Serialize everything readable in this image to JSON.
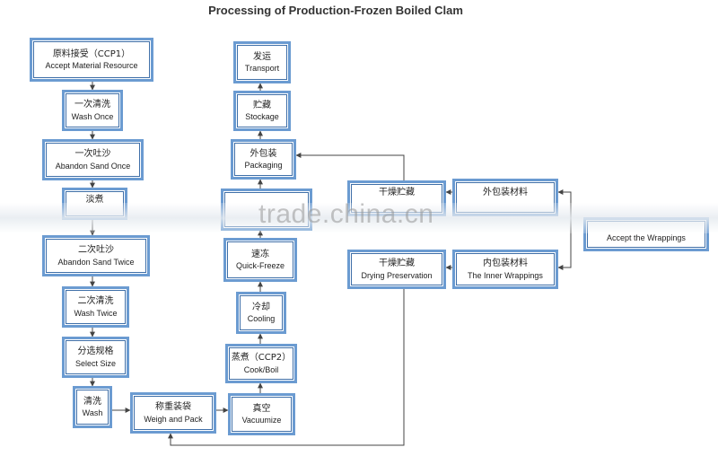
{
  "title": "Processing of Production-Frozen Boiled Clam",
  "watermark": "trade.china.cn",
  "nodes": {
    "accept_material": {
      "zh": "原料接受（CCP1）",
      "en": "Accept Material Resource"
    },
    "wash_once": {
      "zh": "一次清洗",
      "en": "Wash Once"
    },
    "abandon_sand_once": {
      "zh": "一次吐沙",
      "en": "Abandon Sand Once"
    },
    "boil_partial": {
      "zh": "淡煮",
      "en": ""
    },
    "abandon_sand_twice": {
      "zh": "二次吐沙",
      "en": "Abandon Sand Twice"
    },
    "wash_twice": {
      "zh": "二次清洗",
      "en": "Wash Twice"
    },
    "select_size": {
      "zh": "分选规格",
      "en": "Select Size"
    },
    "wash": {
      "zh": "清洗",
      "en": "Wash"
    },
    "weigh_pack": {
      "zh": "称重装袋",
      "en": "Weigh and Pack"
    },
    "vacuumize": {
      "zh": "真空",
      "en": "Vacuumize"
    },
    "cook_boil": {
      "zh": "蒸煮（CCP2）",
      "en": "Cook/Boil"
    },
    "cooling": {
      "zh": "冷却",
      "en": "Cooling"
    },
    "quick_freeze": {
      "zh": "速冻",
      "en": "Quick-Freeze"
    },
    "packaging": {
      "zh": "外包装",
      "en": "Packaging"
    },
    "stockage": {
      "zh": "贮藏",
      "en": "Stockage"
    },
    "transport": {
      "zh": "发运",
      "en": "Transport"
    },
    "dry_store_top": {
      "zh": "干燥贮藏",
      "en": ""
    },
    "outer_wrap": {
      "zh": "外包装材料",
      "en": ""
    },
    "dry_store": {
      "zh": "干燥贮藏",
      "en": "Drying Preservation"
    },
    "inner_wrap": {
      "zh": "内包装材料",
      "en": "The Inner Wrappings"
    },
    "accept_wrappings": {
      "zh": "",
      "en": "Accept the Wrappings"
    }
  },
  "colors": {
    "node_border": "#6b9bd1",
    "node_inner": "#3f6fa8",
    "edge": "#444444"
  }
}
